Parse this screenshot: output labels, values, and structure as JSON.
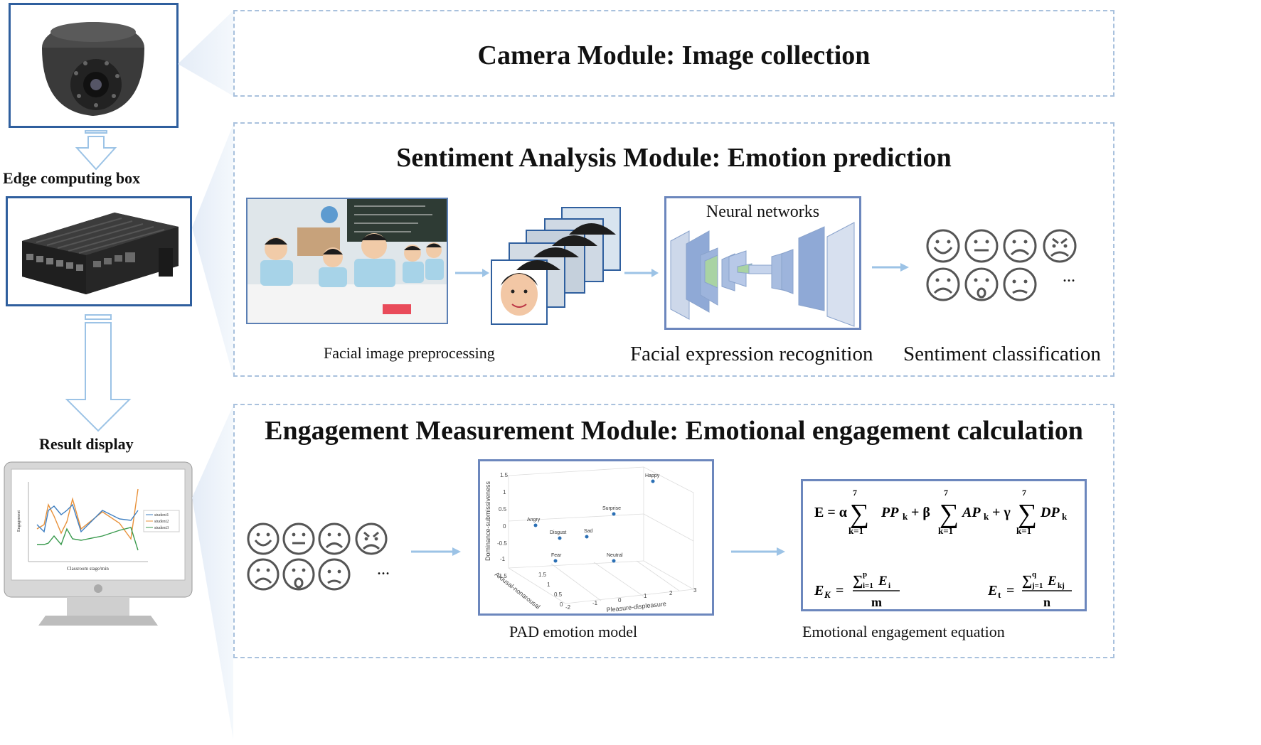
{
  "left_column": {
    "camera_icon": "dome-camera-icon",
    "edge_label": "Edge computing box",
    "edge_icon": "edge-computing-box-icon",
    "result_label": "Result display",
    "monitor_icon": "monitor-icon",
    "monitor_legend": [
      "student1",
      "student2",
      "student3"
    ],
    "monitor_xlabel": "Classroom stage/min",
    "monitor_ylabel": "Engagement"
  },
  "camera_module": {
    "title": "Camera Module: Image collection"
  },
  "sentiment_module": {
    "title": "Sentiment Analysis Module: Emotion prediction",
    "preprocess_caption": "Facial image preprocessing",
    "nn_title": "Neural networks",
    "recognition_caption": "Facial expression recognition",
    "classification_caption": "Sentiment classification",
    "ellipsis": "..."
  },
  "engagement_module": {
    "title": "Engagement Measurement Module: Emotional engagement calculation",
    "pad_caption": "PAD emotion model",
    "equation_caption": "Emotional engagement equation",
    "ellipsis": "..."
  },
  "pad_chart": {
    "zlabel": "Dominance-submissiveness",
    "xlabel": "Pleasure-displeasure",
    "ylabel": "Arousal-nonarousal",
    "z_ticks": [
      "1.5",
      "1",
      "0.5",
      "0",
      "-0.5",
      "-1",
      "-1.5"
    ],
    "x_ticks": [
      "-2",
      "-1",
      "0",
      "1",
      "2",
      "3"
    ],
    "y_ticks": [
      "1.5",
      "1",
      "0.5",
      "0"
    ],
    "points": [
      "Happy",
      "Surprise",
      "Angry",
      "Disgust",
      "Sad",
      "Fear",
      "Neutral"
    ]
  },
  "equations": {
    "main": "E = α Σ PPk + β Σ APk + γ Σ DPk",
    "ek": "EK = Σ Ei / m",
    "et": "Et = Σ Ekj / n"
  },
  "colors": {
    "frame_blue": "#2f5f9e",
    "dash_blue": "#a9c1dd",
    "arrow_blue": "#9cc3e6"
  }
}
